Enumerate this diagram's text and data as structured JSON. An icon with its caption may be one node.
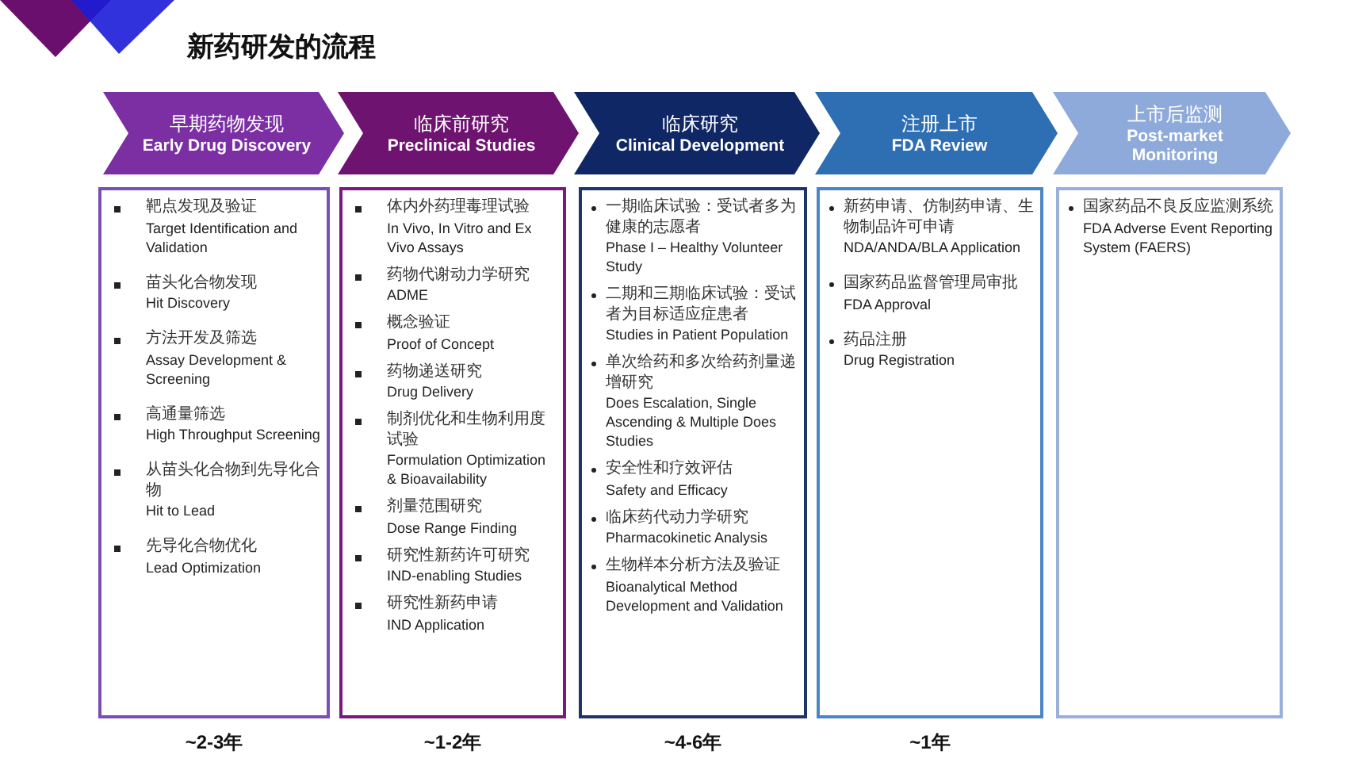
{
  "diagram": {
    "title": "新药研发的流程",
    "nodes": [
      {
        "text": [
          "早期药物发现",
          "Early Drug Discovery"
        ]
      },
      {
        "text": [
          "临床前研究",
          "Preclinical Studies"
        ]
      },
      {
        "text": [
          "临床研究",
          "Clinical Development"
        ]
      },
      {
        "text": [
          "注册上市",
          "FDA Review"
        ]
      },
      {
        "text": [
          "上市后监测",
          "Post-market Monitoring"
        ]
      },
      {
        "text": [
          "靶点发现及验证",
          "Target Identification and Validation",
          "苗头化合物发现",
          "Hit Discovery",
          "方法开发及筛选",
          "Assay Development & Screening",
          "高通量筛选",
          "High Throughput Screening",
          "从苗头化合物到先导化合物",
          "Hit to Lead",
          "先导化合物优化",
          "Lead Optimization"
        ],
        "beside": [
          "~2-3年"
        ]
      },
      {
        "text": [
          "体内外药理毒理试验",
          "In Vivo, In Vitro and Ex Vivo Assays",
          "药物代谢动力学研究",
          "ADME",
          "概念验证",
          "Proof of Concept",
          "药物递送研究",
          "Drug Delivery",
          "制剂优化和生物利用度试验",
          "Formulation Optimization & Bioavailability",
          "剂量范围研究",
          "Dose Range Finding",
          "研究性新药许可研究",
          "IND-enabling Studies",
          "研究性新药申请",
          "IND Application"
        ],
        "beside": [
          "~1-2年"
        ]
      },
      {
        "text": [
          "一期临床试验：受试者多为健康的志愿者",
          "Phase I – Healthy Volunteer Study",
          "二期和三期临床试验：受试者为目标适应症患者",
          "Studies in Patient Population",
          "单次给药和多次给药剂量递增研究",
          "Does Escalation, Single Ascending & Multiple Does Studies",
          "安全性和疗效评估",
          "Safety and Efficacy",
          "临床药代动力学研究",
          "Pharmacokinetic Analysis",
          "生物样本分析方法及验证",
          "Bioanalytical Method Development and Validation"
        ],
        "beside": [
          "~4-6年"
        ]
      },
      {
        "text": [
          "新药申请、仿制药申请、生物制品许可申请",
          "NDA/ANDA/BLA Application",
          "国家药品监督管理局审批",
          "FDA Approval",
          "药品注册",
          "Drug Registration"
        ],
        "beside": [
          "~1年"
        ]
      },
      {
        "text": [
          "国家药品不良反应监测系统",
          "FDA Adverse  Event Reporting System (FAERS)"
        ]
      }
    ]
  }
}
